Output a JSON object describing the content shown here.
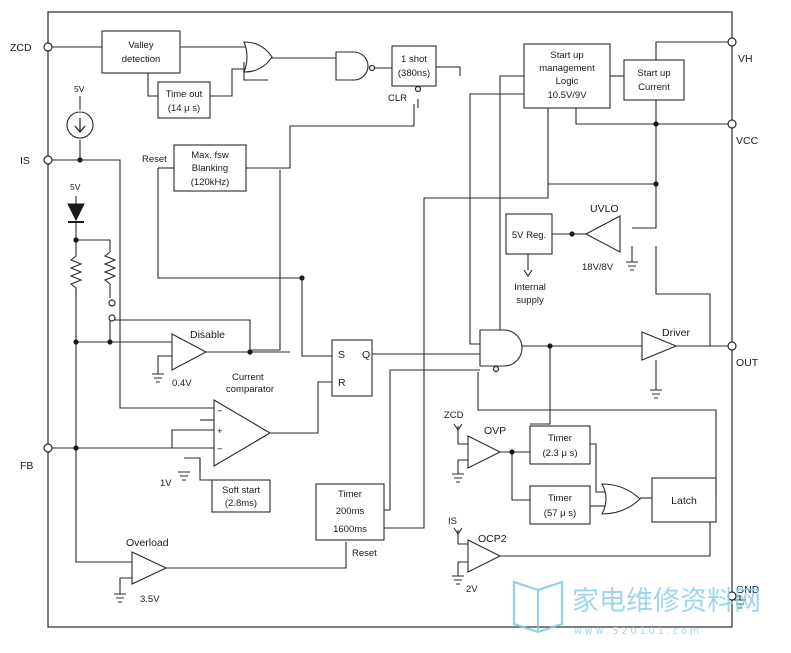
{
  "pins": {
    "zcd": "ZCD",
    "is": "IS",
    "fb": "FB",
    "vh": "VH",
    "vcc": "VCC",
    "out": "OUT",
    "gnd": "GND"
  },
  "blocks": {
    "valley_l1": "Valley",
    "valley_l2": "detection",
    "timeout_l1": "Time out",
    "timeout_l2": "(14 μ s)",
    "oneshot_l1": "1 shot",
    "oneshot_l2": "(380ns)",
    "clr": "CLR",
    "maxfsw_l1": "Max. fsw",
    "maxfsw_l2": "Blanking",
    "maxfsw_l3": "(120kHz)",
    "reset_top": "Reset",
    "startup_l1": "Start up",
    "startup_l2": "management",
    "startup_l3": "Logic",
    "startup_l4": "10.5V/9V",
    "startcur_l1": "Start up",
    "startcur_l2": "Current",
    "reg": "5V Reg.",
    "uvlo": "UVLO",
    "uvlo_th": "18V/8V",
    "internal_l1": "Internal",
    "internal_l2": "supply",
    "disable": "Disable",
    "v04": "0.4V",
    "sr_s": "S",
    "sr_r": "R",
    "sr_q": "Q",
    "driver": "Driver",
    "cc_l1": "Current",
    "cc_l2": "comparator",
    "softstart_l1": "Soft start",
    "softstart_l2": "(2.8ms)",
    "v1": "1V",
    "timer_title": "Timer",
    "timer_200": "200ms",
    "timer_1600": "1600ms",
    "reset_bottom": "Reset",
    "overload": "Overload",
    "v35": "3.5V",
    "ovp": "OVP",
    "zcd_small": "ZCD",
    "timer_23_l1": "Timer",
    "timer_23_l2": "(2.3 μ s)",
    "timer_57_l1": "Timer",
    "timer_57_l2": "(57 μ s)",
    "latch": "Latch",
    "ocp2": "OCP2",
    "is_small": "IS",
    "v2": "2V",
    "v5_a": "5V",
    "v5_b": "5V",
    "plus": "+",
    "minus": "−"
  },
  "watermark": {
    "text": "家电维修资料网",
    "url": "w w w . 5 2 0 1 0 1 . c o m"
  }
}
